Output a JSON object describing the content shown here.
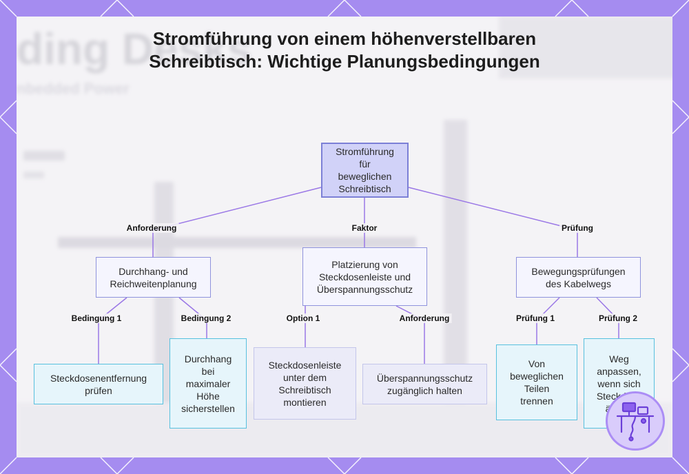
{
  "title": "Stromführung von einem höhenverstellbaren Schreibtisch: Wichtige Planungsbedingungen",
  "background_text": {
    "heading": "ding Desks",
    "subheading": "nbedded Power"
  },
  "nodes": {
    "root": "Stromführung für beweglichen Schreibtisch",
    "cat1": "Durchhang- und Reichweitenplanung",
    "cat2": "Platzierung von Steckdosenleiste und Überspannungsschutz",
    "cat3": "Bewegungsprüfungen des Kabelwegs",
    "leaf1": "Steckdosenentfernung prüfen",
    "leaf2": "Durchhang bei maximaler Höhe sicherstellen",
    "leaf3": "Steckdosenleiste unter dem Schreibtisch montieren",
    "leaf4": "Überspannungsschutz zugänglich halten",
    "leaf5": "Von beweglichen Teilen trennen",
    "leaf6": "Weg anpassen, wenn sich Steckdose ändert"
  },
  "edge_labels": {
    "root_cat1": "Anforderung",
    "root_cat2": "Faktor",
    "root_cat3": "Prüfung",
    "cat1_leaf1": "Bedingung 1",
    "cat1_leaf2": "Bedingung 2",
    "cat2_leaf3": "Option 1",
    "cat2_leaf4": "Anforderung",
    "cat3_leaf5": "Prüfung 1",
    "cat3_leaf6": "Prüfung 2"
  },
  "colors": {
    "frame": "#a58cf0",
    "panel": "#f4f3f6",
    "connector": "#9a77e6",
    "root_fill": "#d1d2f8",
    "category_border": "#8e92dc",
    "leaf_border": "#57c0de",
    "leaf_fill": "#e6f5fb"
  },
  "icons": {
    "badge": "desk-workstation-icon"
  }
}
